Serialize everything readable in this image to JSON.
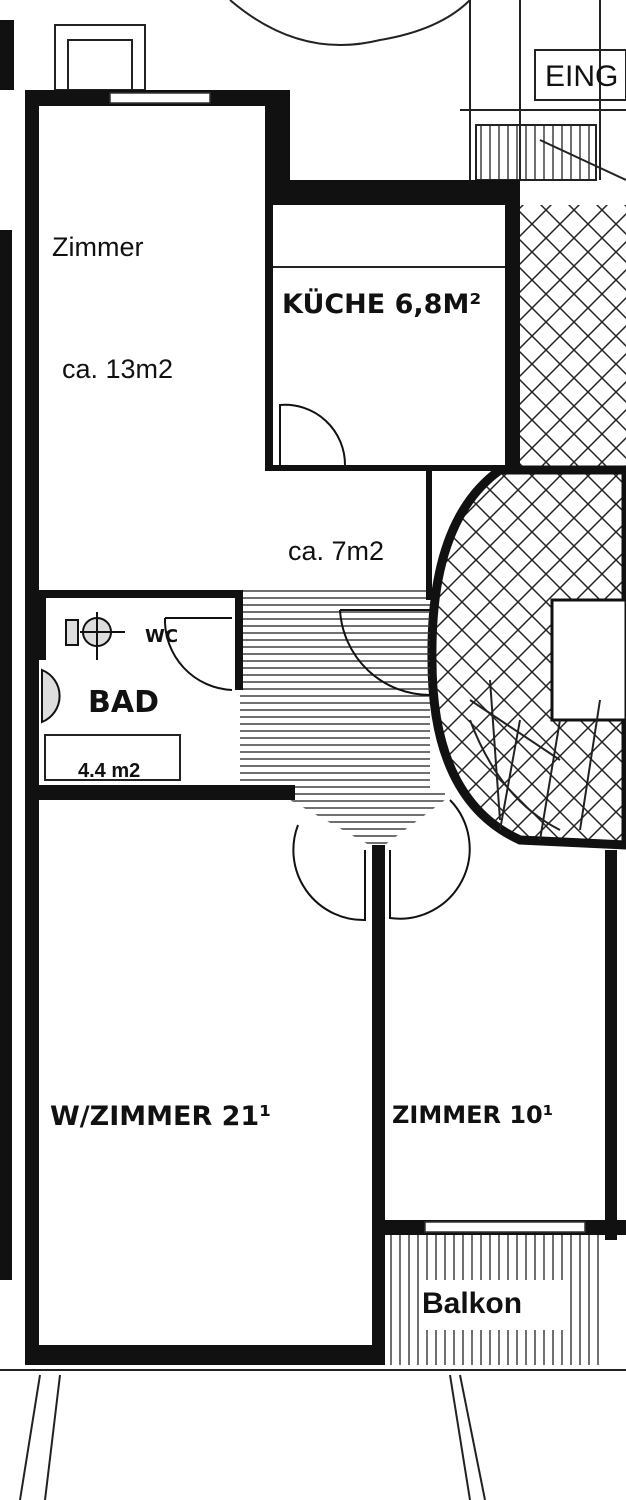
{
  "plan": {
    "entrance_label": "EING",
    "rooms": {
      "zimmer_top": {
        "name": "Zimmer",
        "area": "ca. 13m2"
      },
      "kueche": {
        "label": "KÜCHE 6,8M²"
      },
      "hall": {
        "area": "ca. 7m2"
      },
      "wc": {
        "label": "WC"
      },
      "bad": {
        "label": "BAD",
        "area": "4.4 m2"
      },
      "wohnzimmer": {
        "label": "W/ZIMMER 21¹"
      },
      "zimmer10": {
        "label": "ZIMMER 10¹"
      },
      "balkon": {
        "label": "Balkon"
      }
    }
  }
}
